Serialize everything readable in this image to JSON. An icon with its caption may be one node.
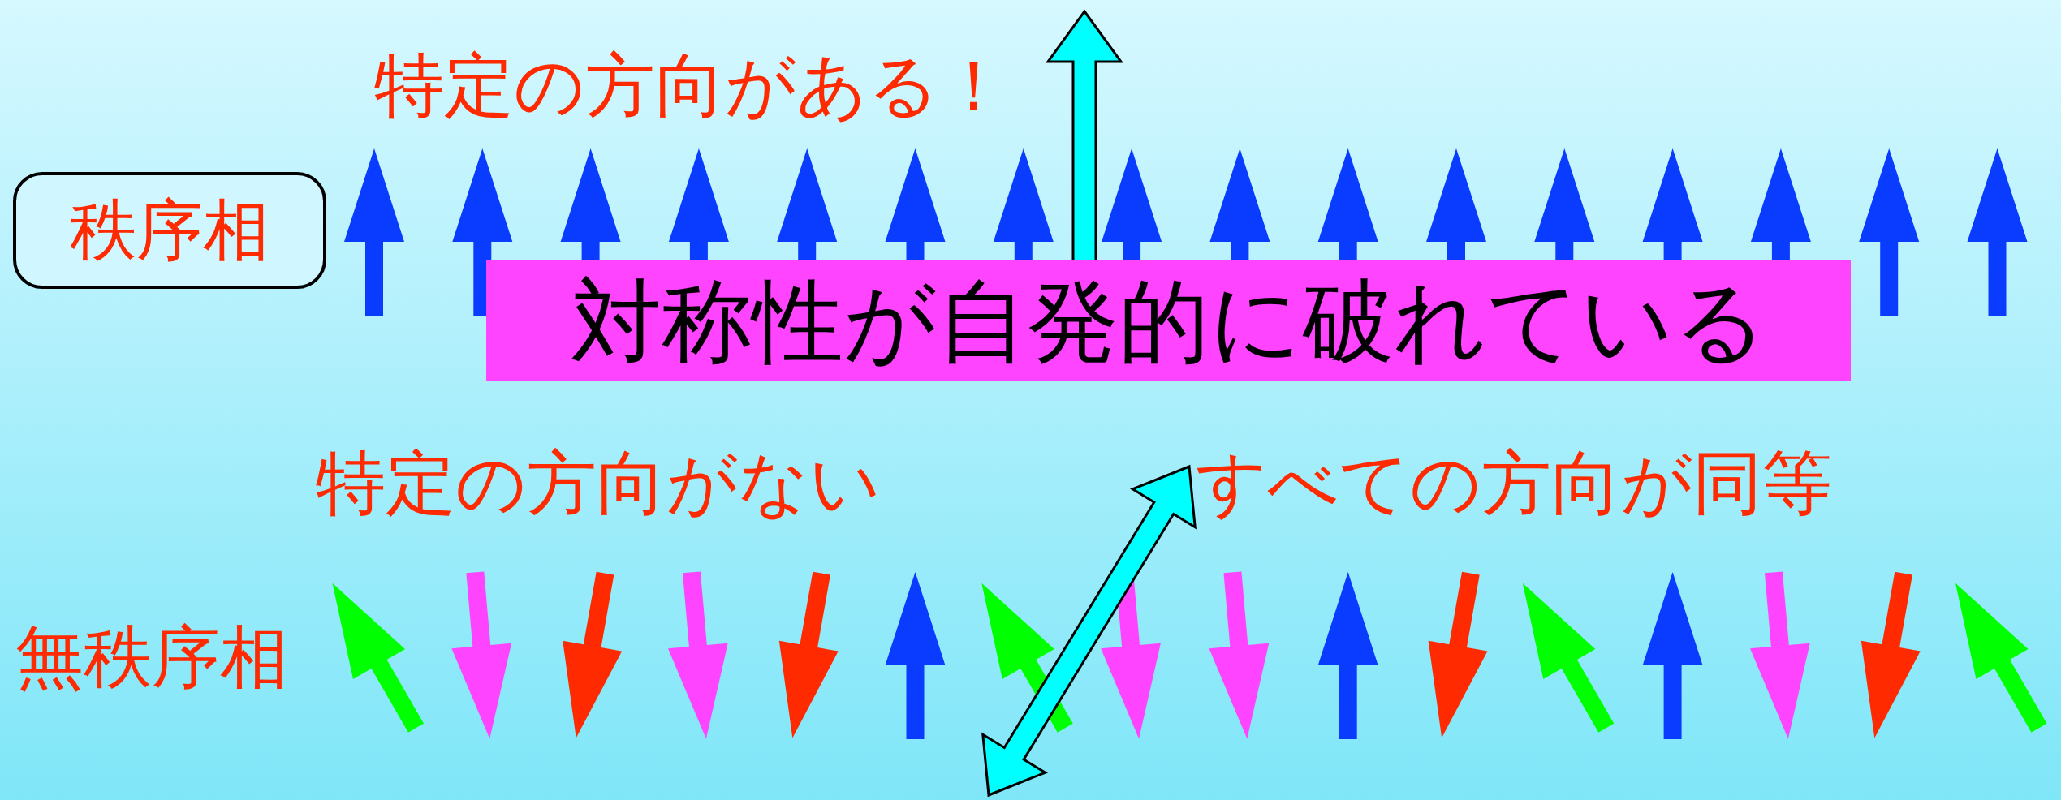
{
  "diagram": {
    "nodes": [
      {
        "text": [
          "秩序相"
        ]
      },
      {
        "text": [
          "対称性が自発的に破れている"
        ]
      }
    ],
    "labels": [
      "特定の方向がある！",
      "特定の方向がない",
      "すべての方向が同等",
      "無秩序相"
    ]
  }
}
